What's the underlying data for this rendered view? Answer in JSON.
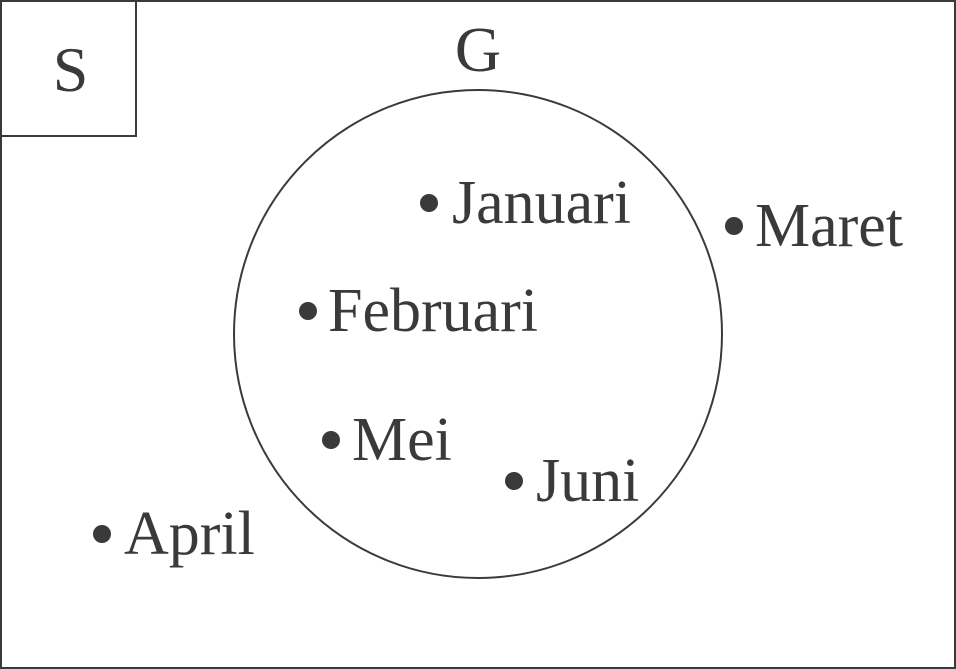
{
  "universe": {
    "label": "S"
  },
  "set": {
    "label": "G"
  },
  "elements_in_set": [
    "Januari",
    "Februari",
    "Mei",
    "Juni"
  ],
  "elements_outside_set": [
    "Maret",
    "April"
  ],
  "colors": {
    "stroke": "#3a3a3a",
    "background": "#ffffff"
  }
}
